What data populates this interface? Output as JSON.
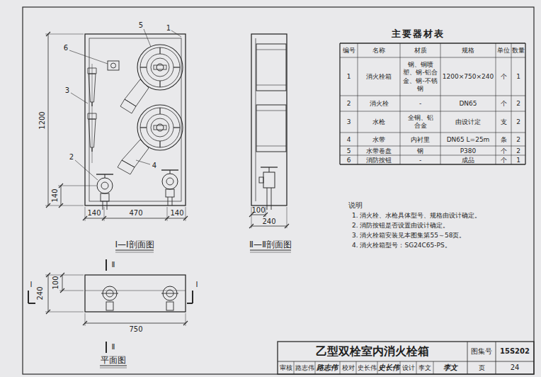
{
  "diagram": {
    "title": "乙型双栓室内消火栓箱",
    "labels": [
      "6",
      "5",
      "1",
      "3",
      "2",
      "4",
      "1200",
      "140",
      "140",
      "470",
      "140",
      "Ⅰ—Ⅰ剖面图",
      "100",
      "240",
      "Ⅱ—Ⅱ剖面图",
      "Ⅱ",
      "Ⅰ",
      "Ⅰ",
      "100",
      "240",
      "750",
      "Ⅱ",
      "平面图",
      "主要器材表",
      "编号",
      "名称",
      "材质",
      "规格",
      "单位",
      "数量",
      "1",
      "消火栓箱",
      "钢、铜喷塑、钢-铝合金、钢-不锈钢",
      "1200×750×240",
      "个",
      "1",
      "2",
      "消火栓",
      "-",
      "DN65",
      "个",
      "2",
      "3",
      "水枪",
      "全铜、铝合金",
      "由设计定",
      "支",
      "2",
      "4",
      "水带",
      "内衬里",
      "DN65 L=25m",
      "条",
      "2",
      "5",
      "水带卷盘",
      "钢",
      "P380",
      "个",
      "2",
      "6",
      "消防按钮",
      "-",
      "成品",
      "个",
      "1",
      "说明",
      "1. 消火栓、水枪具体型号、规格由设计确定。",
      "2. 消防按钮是否设置由设计确定。",
      "3. 消火栓箱安装见本图集第55～58页。",
      "4. 消火栓箱型号：SG24C65-PS。",
      "图集号",
      "15S202",
      "审核",
      "路志伟",
      "路志伟",
      "校对",
      "史长伟",
      "史长伟",
      "设计",
      "李文",
      "李文",
      "页",
      "24"
    ]
  }
}
